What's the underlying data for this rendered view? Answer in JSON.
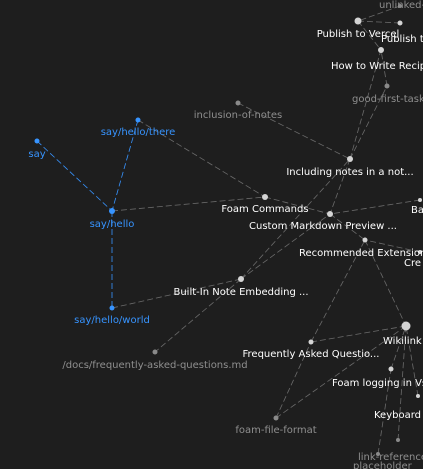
{
  "colors": {
    "background": "#1e1e1e",
    "node_default": "#d4d4d4",
    "node_accent": "#3794ff",
    "node_muted": "#8a8a8a",
    "label_default": "#ffffff",
    "label_accent": "#3794ff",
    "label_muted": "#8f8f8f",
    "edge_default": "#6b6b6b",
    "edge_accent": "#3794ff"
  },
  "graph": {
    "nodes": [
      {
        "id": "unlinked",
        "label": "unlinked-",
        "style": "muted"
      },
      {
        "id": "publish-vercel",
        "label": "Publish to Vercel",
        "style": "default"
      },
      {
        "id": "publish-azure",
        "label": "Publish to Azu",
        "style": "default"
      },
      {
        "id": "write-recipes",
        "label": "How to Write Recip",
        "style": "default"
      },
      {
        "id": "good-first-task",
        "label": "good-first-task",
        "style": "muted"
      },
      {
        "id": "inclusion-of-notes",
        "label": "inclusion-of-notes",
        "style": "muted"
      },
      {
        "id": "say-hello-there",
        "label": "say/hello/there",
        "style": "accent"
      },
      {
        "id": "say",
        "label": "say",
        "style": "accent"
      },
      {
        "id": "including-notes",
        "label": "Including notes in a not...",
        "style": "default"
      },
      {
        "id": "foam-commands",
        "label": "Foam Commands",
        "style": "default"
      },
      {
        "id": "say-hello",
        "label": "say/hello",
        "style": "accent"
      },
      {
        "id": "custom-md-preview",
        "label": "Custom Markdown Preview ...",
        "style": "default"
      },
      {
        "id": "ba",
        "label": "Ba",
        "style": "default"
      },
      {
        "id": "recommended-ext",
        "label": "Recommended Extension",
        "style": "default"
      },
      {
        "id": "cre",
        "label": "Cre",
        "style": "default"
      },
      {
        "id": "builtin-embedding",
        "label": "Built-In Note Embedding ...",
        "style": "default"
      },
      {
        "id": "say-hello-world",
        "label": "say/hello/world",
        "style": "accent"
      },
      {
        "id": "wikilinks",
        "label": "Wikilink",
        "style": "default"
      },
      {
        "id": "faq-doc",
        "label": "/docs/frequently-asked-questions.md",
        "style": "muted"
      },
      {
        "id": "faq",
        "label": "Frequently Asked Questio...",
        "style": "default"
      },
      {
        "id": "foam-logging",
        "label": "Foam logging in Vs",
        "style": "default"
      },
      {
        "id": "keyboard",
        "label": "Keyboard",
        "style": "default"
      },
      {
        "id": "foam-file-format",
        "label": "foam-file-format",
        "style": "muted"
      },
      {
        "id": "link-reference",
        "label": "link-reference",
        "style": "muted"
      },
      {
        "id": "placeholder",
        "label": "placeholder",
        "style": "muted"
      }
    ],
    "edges": [
      [
        "say",
        "say-hello"
      ],
      [
        "say-hello-there",
        "say-hello"
      ],
      [
        "say-hello",
        "say-hello-world"
      ],
      [
        "say-hello",
        "foam-commands"
      ],
      [
        "say-hello-there",
        "foam-commands"
      ],
      [
        "say-hello-world",
        "builtin-embedding"
      ],
      [
        "inclusion-of-notes",
        "including-notes"
      ],
      [
        "foam-commands",
        "custom-md-preview"
      ],
      [
        "including-notes",
        "custom-md-preview"
      ],
      [
        "including-notes",
        "write-recipes"
      ],
      [
        "including-notes",
        "good-first-task"
      ],
      [
        "custom-md-preview",
        "recommended-ext"
      ],
      [
        "builtin-embedding",
        "custom-md-preview"
      ],
      [
        "builtin-embedding",
        "including-notes"
      ],
      [
        "builtin-embedding",
        "faq-doc"
      ],
      [
        "faq",
        "wikilinks"
      ],
      [
        "faq",
        "recommended-ext"
      ],
      [
        "foam-file-format",
        "faq"
      ],
      [
        "foam-file-format",
        "wikilinks"
      ],
      [
        "foam-logging",
        "wikilinks"
      ],
      [
        "keyboard",
        "wikilinks"
      ],
      [
        "publish-vercel",
        "write-recipes"
      ],
      [
        "publish-vercel",
        "publish-azure"
      ],
      [
        "good-first-task",
        "write-recipes"
      ],
      [
        "recommended-ext",
        "wikilinks"
      ],
      [
        "ba",
        "custom-md-preview"
      ],
      [
        "cre",
        "recommended-ext"
      ],
      [
        "link-reference",
        "wikilinks"
      ],
      [
        "placeholder",
        "foam-logging"
      ],
      [
        "unlinked",
        "publish-vercel"
      ]
    ]
  }
}
